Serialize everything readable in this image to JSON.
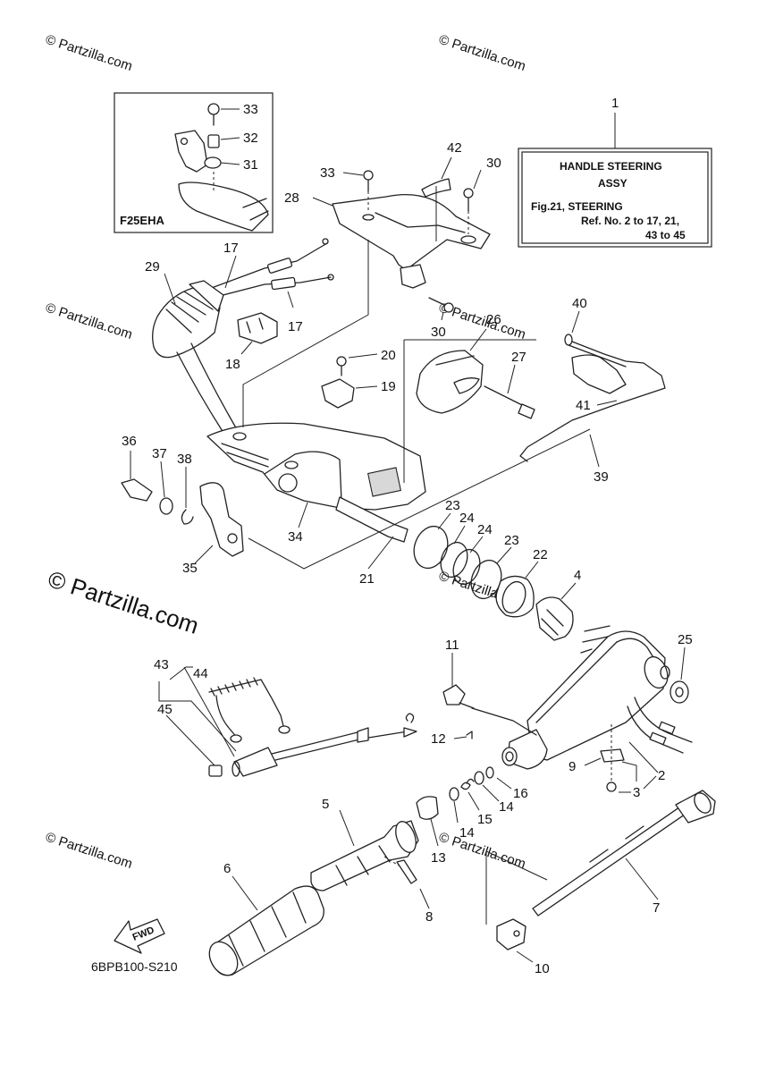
{
  "watermarks": {
    "small": "© Partzilla.com",
    "large": "© Partzilla.com"
  },
  "inset": {
    "label": "F25EHA",
    "callouts": [
      "33",
      "32",
      "31"
    ]
  },
  "handle_box": {
    "ref": "1",
    "title_line1": "HANDLE  STEERING",
    "title_line2": "ASSY",
    "note_line1": "Fig.21, STEERING",
    "note_line2": "Ref. No. 2 to 17, 21,",
    "note_line3": "43 to 45"
  },
  "callouts": {
    "c2": "2",
    "c3": "3",
    "c4": "4",
    "c5": "5",
    "c6": "6",
    "c7": "7",
    "c8": "8",
    "c9": "9",
    "c10": "10",
    "c11": "11",
    "c12": "12",
    "c13": "13",
    "c14a": "14",
    "c14b": "14",
    "c15": "15",
    "c16": "16",
    "c17a": "17",
    "c17b": "17",
    "c18": "18",
    "c19": "19",
    "c20": "20",
    "c21": "21",
    "c22": "22",
    "c23a": "23",
    "c23b": "23",
    "c24a": "24",
    "c24b": "24",
    "c25": "25",
    "c26": "26",
    "c27": "27",
    "c28": "28",
    "c29": "29",
    "c30a": "30",
    "c30b": "30",
    "c33": "33",
    "c34": "34",
    "c35": "35",
    "c36": "36",
    "c37": "37",
    "c38": "38",
    "c39": "39",
    "c40": "40",
    "c41": "41",
    "c42": "42",
    "c43": "43",
    "c44": "44",
    "c45": "45"
  },
  "fwd_label": "FWD",
  "diagram_code": "6BPB100-S210",
  "colors": {
    "line": "#222222",
    "watermark": "#dcdcdc",
    "background": "#ffffff"
  }
}
